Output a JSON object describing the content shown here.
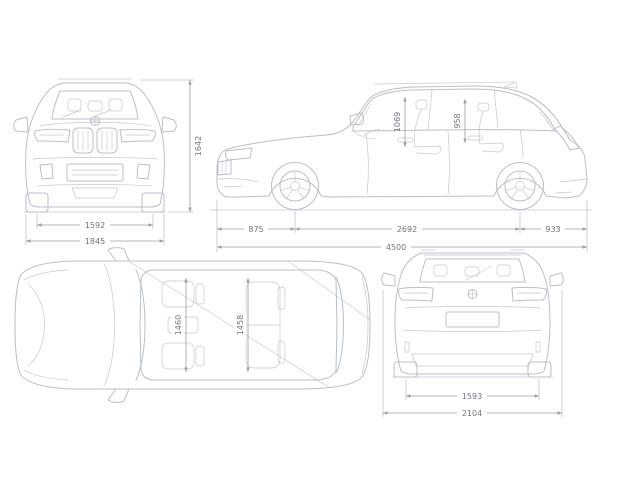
{
  "colors": {
    "background": "#ffffff",
    "car_line": "#b9bfc7",
    "dim_line": "#9aa0a8",
    "label_text": "#6f757d"
  },
  "views": {
    "front": {
      "dims": {
        "track_width": "1592",
        "overall_width": "1845",
        "overall_height": "1642"
      }
    },
    "side": {
      "dims": {
        "front_overhang": "875",
        "wheelbase": "2692",
        "rear_overhang": "933",
        "overall_length": "4500",
        "front_headroom": "1069",
        "rear_headroom": "958"
      }
    },
    "top": {
      "dims": {
        "front_interior_width": "1460",
        "rear_interior_width": "1458"
      }
    },
    "rear": {
      "dims": {
        "rear_track": "1593",
        "width_incl_mirrors": "2104"
      }
    }
  }
}
